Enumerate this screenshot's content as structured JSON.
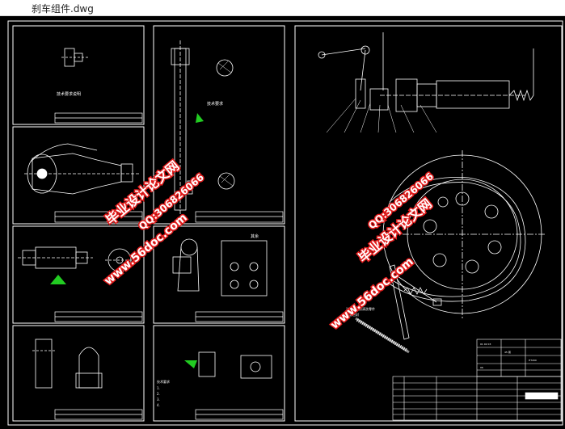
{
  "window": {
    "title": "刹车组件.dwg"
  },
  "colors": {
    "background": "#000000",
    "line": "#ffffff",
    "accent_green": "#22cc22",
    "accent_yellow": "#f2e600",
    "watermark": "#e21b1b"
  },
  "watermarks": {
    "left_text": "毕业设计论文网",
    "left_site": "www.56doc.com",
    "left_qq": "QQ:306826066",
    "right_text": "毕业设计论文网",
    "right_site": "www.56doc.com",
    "right_qq": "QQ:306826066"
  }
}
